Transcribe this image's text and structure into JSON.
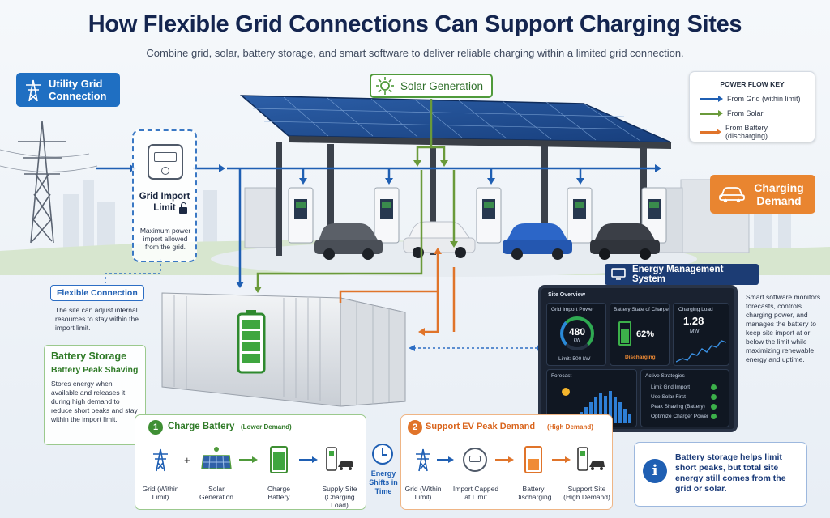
{
  "header": {
    "title": "How Flexible Grid Connections Can Support Charging Sites",
    "subtitle": "Combine grid, solar, battery storage, and smart software to deliver reliable charging within a limited grid connection."
  },
  "callouts": {
    "utility_grid": "Utility Grid Connection",
    "solar": "Solar Generation",
    "charging_demand": "Charging Demand",
    "ems": "Energy Management System"
  },
  "power_flow_key": {
    "title": "POWER FLOW KEY",
    "items": [
      {
        "label": "From Grid (within limit)",
        "color": "#1f5fb3"
      },
      {
        "label": "From Solar",
        "color": "#6a9a3a"
      },
      {
        "label": "From Battery (discharging)",
        "color": "#e0742a"
      }
    ]
  },
  "grid_import": {
    "label": "Grid Import Limit",
    "desc": "Maximum power import allowed from the grid."
  },
  "flexible": {
    "title": "Flexible Connection",
    "desc": "The site can adjust internal resources to stay within the import limit."
  },
  "battery": {
    "title": "Battery Storage",
    "subtitle": "Battery Peak Shaving",
    "desc": "Stores energy when available and releases it during high demand to reduce short peaks and stay within the import limit."
  },
  "ems_text": "Smart software monitors forecasts, controls charging power, and manages the battery to keep site import at or below the limit while maximizing renewable energy and uptime.",
  "dashboard": {
    "title": "Site Overview",
    "grid_import_label": "Grid Import Power",
    "grid_import_value": "480",
    "grid_import_unit": "kW",
    "grid_limit": "Limit: 500 kW",
    "battery_label": "Battery State of Charge",
    "battery_value": "62%",
    "battery_status": "Discharging",
    "charging_label": "Charging Load",
    "charging_value": "1.28",
    "charging_unit": "MW",
    "forecast_label": "Forecast",
    "strategies_label": "Active Strategies",
    "strategies": [
      "Limit Grid Import",
      "Use Solar First",
      "Peak Shaving (Battery)",
      "Optimize Charger Power"
    ]
  },
  "step1": {
    "number": "1",
    "title": "Charge Battery",
    "tag": "(Lower Demand)",
    "items": [
      "Grid (Within Limit)",
      "Solar Generation",
      "Charge Battery",
      "Supply Site (Charging Load)"
    ],
    "plus": "+"
  },
  "shift": "Energy Shifts in Time",
  "step2": {
    "number": "2",
    "title": "Support EV Peak Demand",
    "tag": "(High Demand)",
    "items": [
      "Grid (Within Limit)",
      "Import Capped at Limit",
      "Battery Discharging",
      "Support Site (High Demand)"
    ]
  },
  "info": "Battery storage helps limit short peaks, but total site energy still comes from the grid or solar.",
  "colors": {
    "grid": "#1f5fb3",
    "solar": "#6a9a3a",
    "battery": "#e0742a"
  },
  "icons": [
    "power-tower-icon",
    "solar-panel-icon",
    "meter-icon",
    "lock-icon",
    "car-icon",
    "monitor-icon",
    "battery-icon",
    "clock-icon",
    "info-icon",
    "check-icon"
  ]
}
